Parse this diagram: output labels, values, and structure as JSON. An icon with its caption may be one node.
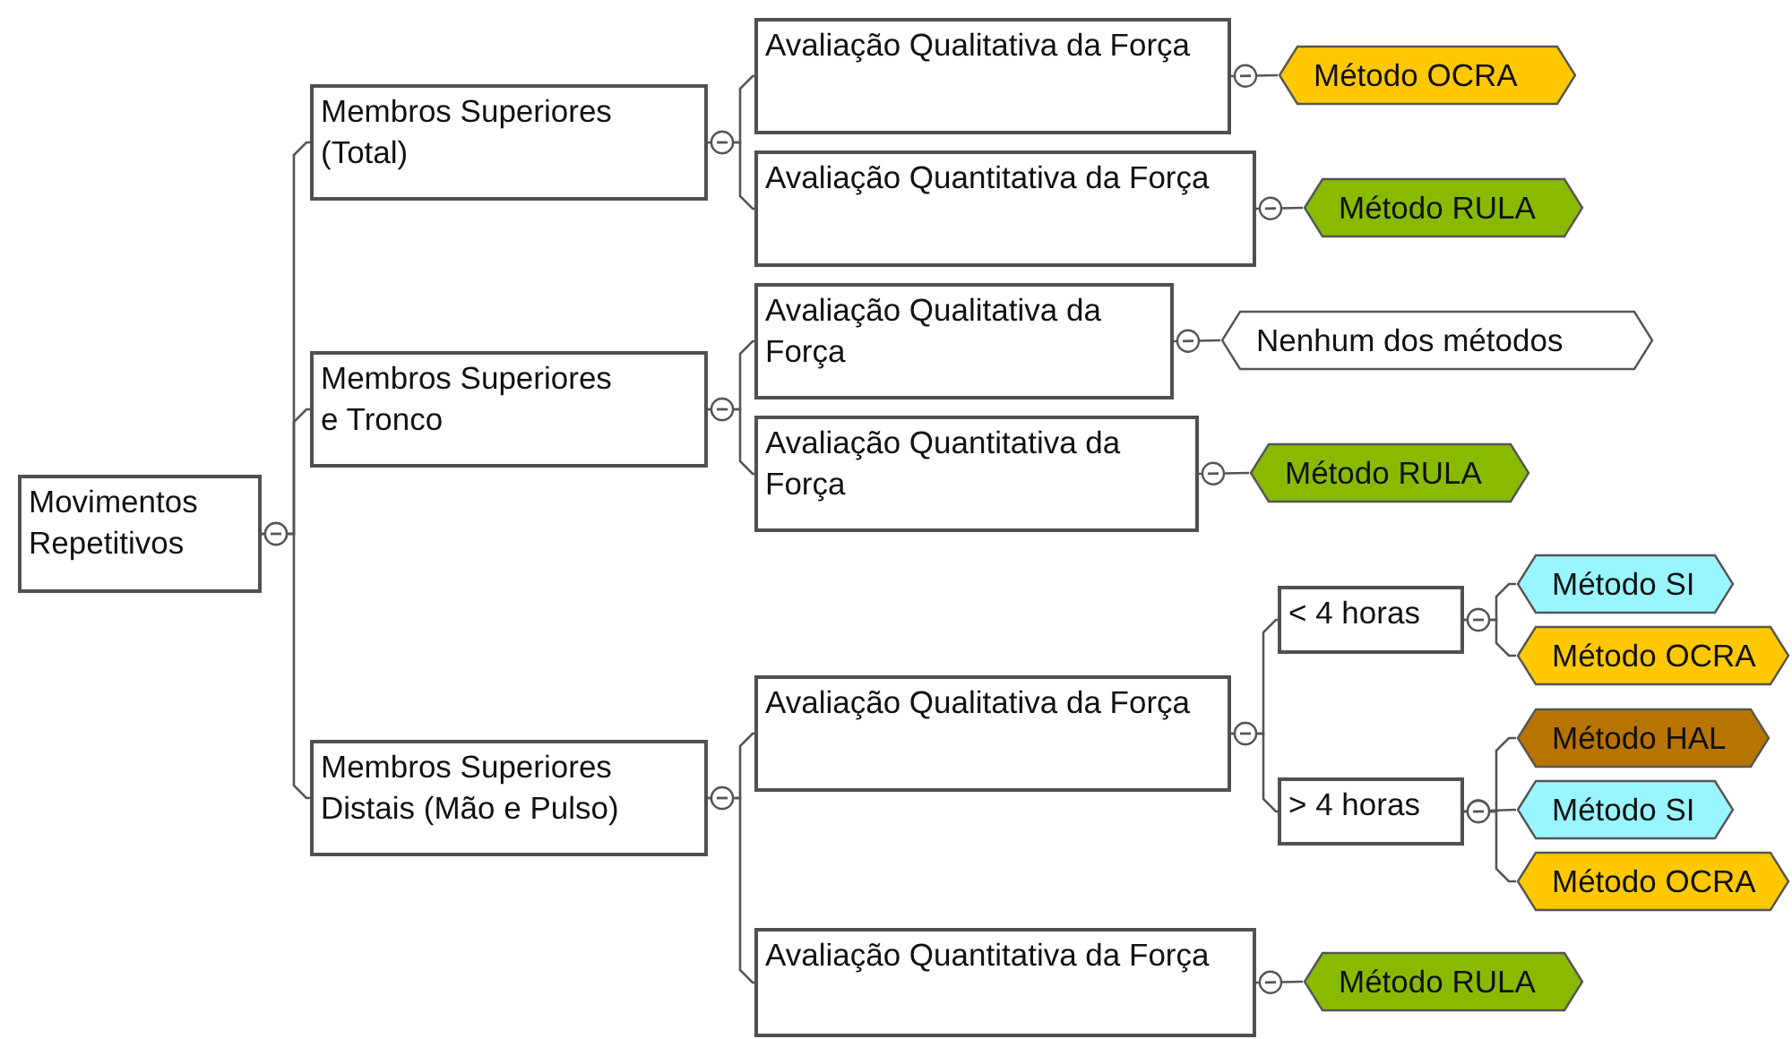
{
  "diagram": {
    "nodes": [
      {
        "text": [
          "Movimentos Repetitivos"
        ]
      },
      {
        "text": [
          "Membros Superiores (Total)"
        ]
      },
      {
        "text": [
          "Avaliação Qualitativa da Força"
        ]
      },
      {
        "text": [
          "Método OCRA"
        ]
      },
      {
        "text": [
          "Avaliação Quantitativa da Força"
        ]
      },
      {
        "text": [
          "Método RULA"
        ]
      },
      {
        "text": [
          "Membros Superiores e Tronco"
        ]
      },
      {
        "text": [
          "Avaliação Qualitativa da Força"
        ]
      },
      {
        "text": [
          "Nenhum dos métodos"
        ]
      },
      {
        "text": [
          "Avaliação Quantitativa da Força"
        ]
      },
      {
        "text": [
          "Método RULA"
        ]
      },
      {
        "text": [
          "Membros Superiores Distais (Mão e Pulso)"
        ]
      },
      {
        "text": [
          "Avaliação Qualitativa da Força"
        ]
      },
      {
        "text": [
          "< 4 horas"
        ]
      },
      {
        "text": [
          "Método SI"
        ]
      },
      {
        "text": [
          "Método OCRA"
        ]
      },
      {
        "text": [
          "> 4 horas"
        ]
      },
      {
        "text": [
          "Método HAL"
        ]
      },
      {
        "text": [
          "Método SI"
        ]
      },
      {
        "text": [
          "Método OCRA"
        ]
      },
      {
        "text": [
          "Avaliação Quantitativa da Força"
        ]
      },
      {
        "text": [
          "Método RULA"
        ]
      }
    ],
    "edges": [
      {
        "from": 0,
        "to": 1,
        "arrow": "other"
      },
      {
        "from": 0,
        "to": 6,
        "arrow": "other"
      },
      {
        "from": 0,
        "to": 11,
        "arrow": "other"
      },
      {
        "from": 1,
        "to": 2,
        "arrow": "other"
      },
      {
        "from": 1,
        "to": 4,
        "arrow": "other"
      },
      {
        "from": 2,
        "to": 3,
        "arrow": "other"
      },
      {
        "from": 4,
        "to": 5,
        "arrow": "other"
      },
      {
        "from": 6,
        "to": 7,
        "arrow": "other"
      },
      {
        "from": 6,
        "to": 9,
        "arrow": "other"
      },
      {
        "from": 7,
        "to": 8,
        "arrow": "other"
      },
      {
        "from": 9,
        "to": 10,
        "arrow": "other"
      },
      {
        "from": 11,
        "to": 12,
        "arrow": "other"
      },
      {
        "from": 11,
        "to": 20,
        "arrow": "other"
      },
      {
        "from": 12,
        "to": 13,
        "arrow": "other"
      },
      {
        "from": 12,
        "to": 16,
        "arrow": "other"
      },
      {
        "from": 13,
        "to": 14,
        "arrow": "other"
      },
      {
        "from": 13,
        "to": 15,
        "arrow": "other"
      },
      {
        "from": 16,
        "to": 17,
        "arrow": "other"
      },
      {
        "from": 16,
        "to": 18,
        "arrow": "other"
      },
      {
        "from": 16,
        "to": 19,
        "arrow": "other"
      },
      {
        "from": 20,
        "to": 21,
        "arrow": "other"
      }
    ]
  }
}
